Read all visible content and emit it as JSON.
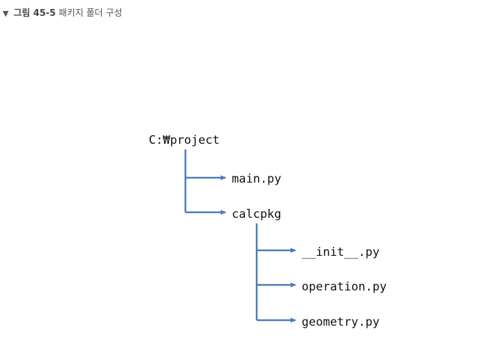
{
  "caption": {
    "marker": "▼",
    "figure_label": "그림 45-5",
    "title": "패키지 폴더 구성"
  },
  "tree": {
    "root": "C:₩project",
    "children": [
      {
        "name": "main.py"
      },
      {
        "name": "calcpkg",
        "children": [
          {
            "name": "__init__.py"
          },
          {
            "name": "operation.py"
          },
          {
            "name": "geometry.py"
          }
        ]
      }
    ]
  },
  "colors": {
    "connector": "#4a7ab8",
    "text": "#111111",
    "caption": "#555555"
  }
}
